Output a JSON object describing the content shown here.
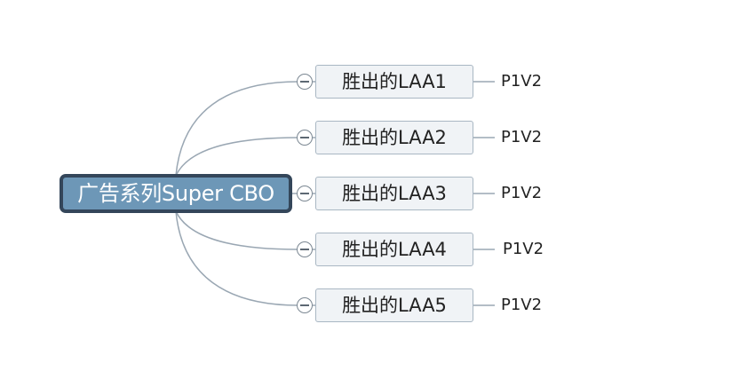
{
  "mindmap": {
    "root": {
      "label": "广告系列Super CBO"
    },
    "branches": [
      {
        "label": "胜出的LAA1",
        "child": "P1V2"
      },
      {
        "label": "胜出的LAA2",
        "child": "P1V2"
      },
      {
        "label": "胜出的LAA3",
        "child": "P1V2"
      },
      {
        "label": "胜出的LAA4",
        "child": "P1V2"
      },
      {
        "label": "胜出的LAA5",
        "child": "P1V2"
      }
    ],
    "colors": {
      "root_fill": "#6d97b7",
      "root_border": "#34465a",
      "branch_fill": "#f0f3f6",
      "branch_border": "#a9b7c3",
      "connector": "#9aa7b3"
    }
  }
}
